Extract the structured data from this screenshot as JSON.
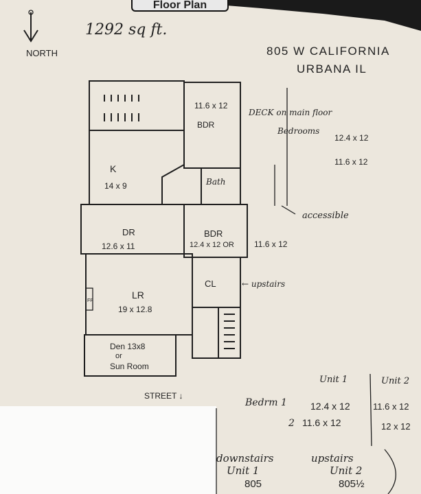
{
  "header": {
    "badge": "Floor Plan",
    "sqft": "1292 sq ft.",
    "north": "NORTH",
    "address_line1": "805 W CALIFORNIA",
    "address_line2": "URBANA IL"
  },
  "rooms": {
    "bdr_top": {
      "dims": "11.6 x 12",
      "name": "BDR"
    },
    "kitchen": {
      "name": "K",
      "dims": "14 x 9"
    },
    "bath": {
      "name": "Bath"
    },
    "dining": {
      "name": "DR",
      "dims": "12.6 x 11"
    },
    "bdr_mid": {
      "name": "BDR",
      "dims": "12.4 x 12  OR",
      "alt": "11.6 x 12"
    },
    "closet": {
      "name": "CL"
    },
    "living": {
      "name": "LR",
      "dims": "19 x 12.8",
      "fireplace": "FP"
    },
    "den": {
      "name": "Den 13x8",
      "or": "or",
      "alt": "Sun Room"
    }
  },
  "notes": {
    "deck": "DECK on main floor",
    "bedrooms": "Bedrooms",
    "bed1": "12.4 x 12",
    "bed2": "11.6 x 12",
    "accessible": "accessible",
    "upstairs": "← upstairs",
    "street": "STREET ↓"
  },
  "table": {
    "unit1": "Unit 1",
    "unit2": "Unit 2",
    "row1_label": "Bedrm 1",
    "row1_u1": "12.4 x 12",
    "row1_u2": "11.6 x 12",
    "row2_label": "2",
    "row2_u1": "11.6 x 12",
    "row2_u2": "12 x 12"
  },
  "footer": {
    "down": "downstairs",
    "down_unit": "Unit 1",
    "down_num": "805",
    "up": "upstairs",
    "up_unit": "Unit 2",
    "up_num": "805½"
  }
}
